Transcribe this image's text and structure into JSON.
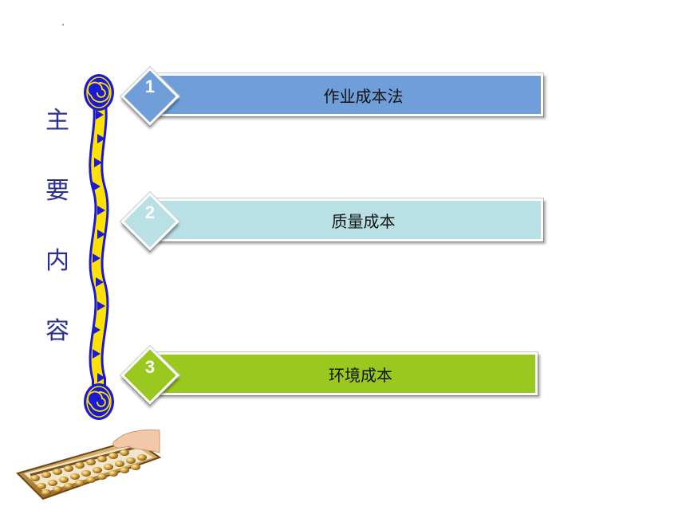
{
  "side_title": [
    "主",
    "要",
    "内",
    "容"
  ],
  "items": [
    {
      "number": "1",
      "label": "作业成本法"
    },
    {
      "number": "2",
      "label": "质量成本"
    },
    {
      "number": "3",
      "label": "环境成本"
    }
  ],
  "colors": {
    "item1": "#6f9ed8",
    "item2": "#b9e0e5",
    "item3": "#99c91e",
    "title": "#2b2f8a",
    "scroll_yellow": "#ffe200",
    "scroll_blue": "#1a1ad6"
  },
  "icons": {
    "scroll": "spiral-scroll-icon",
    "abacus": "abacus-image"
  }
}
